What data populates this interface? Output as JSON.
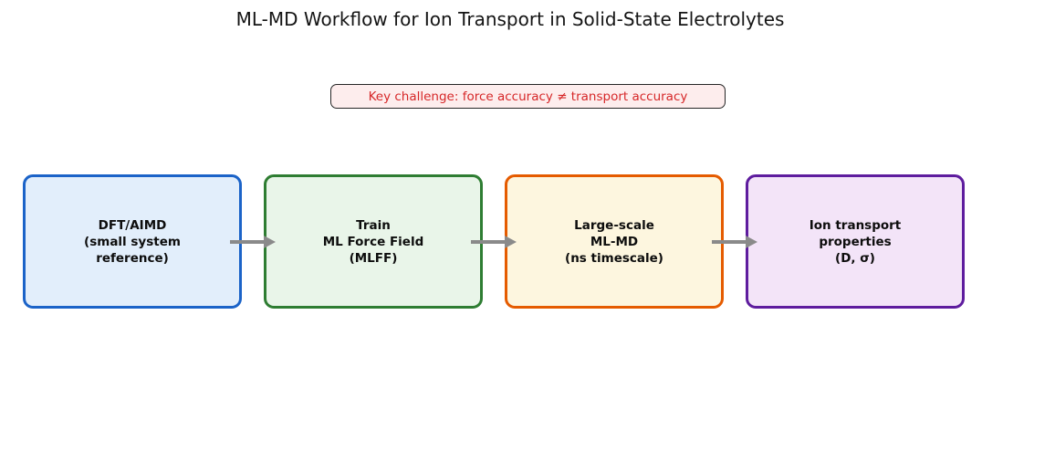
{
  "title": "ML-MD Workflow for Ion Transport in Solid-State Electrolytes",
  "annotation": {
    "text": "Key challenge: force accuracy ≠ transport accuracy",
    "text_color": "#d62728",
    "bg_color": "#fdeded",
    "border_color": "#262626"
  },
  "boxes": [
    {
      "id": "dft-aimd",
      "lines": [
        "DFT/AIMD",
        "(small system",
        "reference)"
      ],
      "border_color": "#1b63c8",
      "bg_color": "#e2eefb"
    },
    {
      "id": "train-mlff",
      "lines": [
        "Train",
        "ML Force Field",
        "(MLFF)"
      ],
      "border_color": "#2e7d32",
      "bg_color": "#e9f5e9"
    },
    {
      "id": "large-scale-mlmd",
      "lines": [
        "Large-scale",
        "ML-MD",
        "(ns timescale)"
      ],
      "border_color": "#e55b00",
      "bg_color": "#fdf6df"
    },
    {
      "id": "ion-transport-properties",
      "lines": [
        "Ion transport",
        "properties",
        "(D, σ)"
      ],
      "border_color": "#5e1c9e",
      "bg_color": "#f3e4f8"
    }
  ],
  "arrow_color": "#8a8a8a"
}
